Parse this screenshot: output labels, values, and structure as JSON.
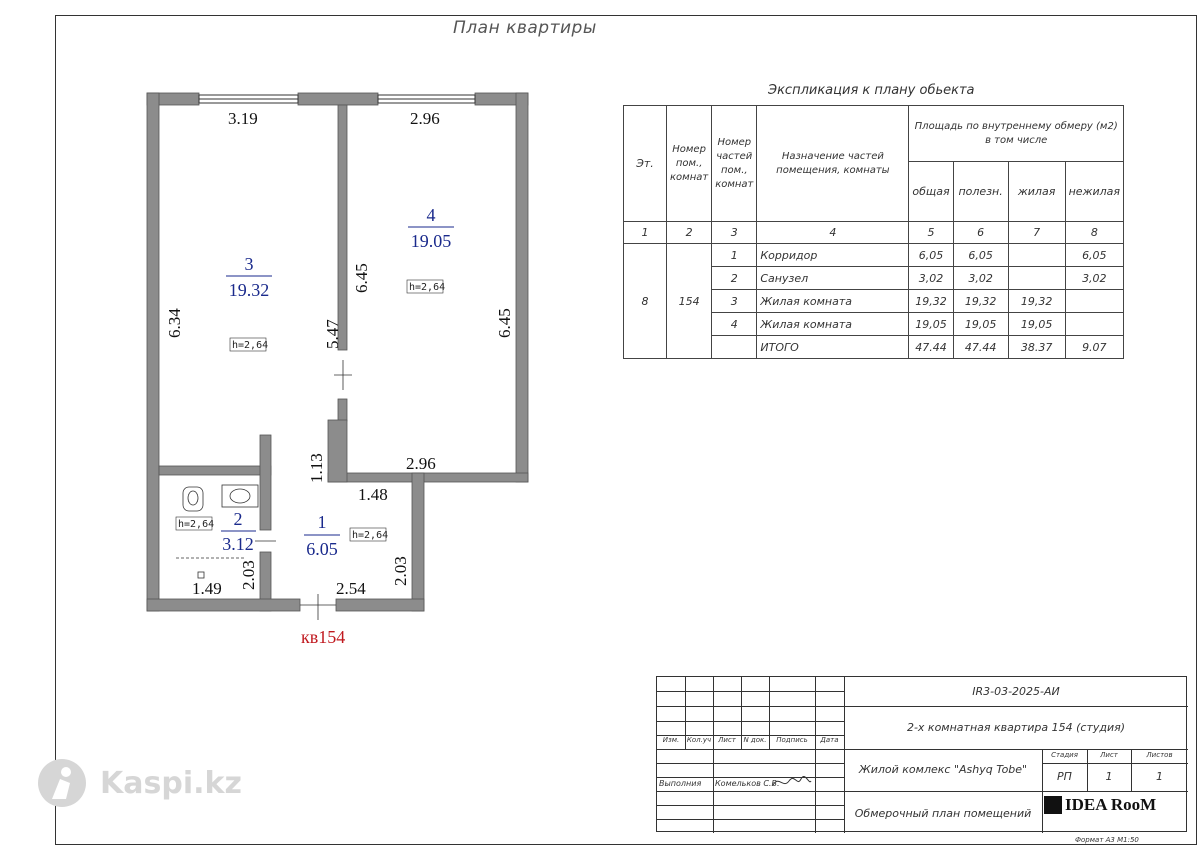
{
  "plan_title": "План квартиры",
  "apartment_label": "кв154",
  "rooms": [
    {
      "number": "3",
      "area": "19.32",
      "height": "h=2,64"
    },
    {
      "number": "4",
      "area": "19.05",
      "height": "h=2,64"
    },
    {
      "number": "2",
      "area": "3.12",
      "height": "h=2,64"
    },
    {
      "number": "1",
      "area": "6.05",
      "height": "h=2,64"
    }
  ],
  "dimensions": {
    "r3_top": "3.19",
    "r3_left": "6.34",
    "r3_right": "5.47",
    "r4_top": "2.96",
    "r4_bottom": "2.96",
    "r4_left": "6.45",
    "r4_right": "6.45",
    "corr_top": "1.48",
    "corr_left": "1.13",
    "corr_right": "2.03",
    "corr_bottom": "2.54",
    "bath_bottom": "1.49",
    "bath_right": "2.03"
  },
  "explication": {
    "title": "Экспликация к плану обьекта",
    "headers": {
      "floor": "Эт.",
      "room_no": "Номер пом., комнат",
      "part_no": "Номер частей пом., комнат",
      "purpose": "Назначение частей помещения, комнаты",
      "area_group": "Площадь по внутреннему обмеру (м2) в том числе",
      "total": "общая",
      "useful": "полезн.",
      "living": "жилая",
      "nonliving": "нежилая"
    },
    "col_numbers": [
      "1",
      "2",
      "3",
      "4",
      "5",
      "6",
      "7",
      "8"
    ],
    "floor": "8",
    "room": "154",
    "rows": [
      {
        "n": "1",
        "name": "Корридор",
        "total": "6,05",
        "useful": "6,05",
        "living": "",
        "nonliving": "6,05"
      },
      {
        "n": "2",
        "name": "Санузел",
        "total": "3,02",
        "useful": "3,02",
        "living": "",
        "nonliving": "3,02"
      },
      {
        "n": "3",
        "name": "Жилая комната",
        "total": "19,32",
        "useful": "19,32",
        "living": "19,32",
        "nonliving": ""
      },
      {
        "n": "4",
        "name": "Жилая комната",
        "total": "19,05",
        "useful": "19,05",
        "living": "19,05",
        "nonliving": ""
      }
    ],
    "total_row": {
      "name": "ИТОГО",
      "total": "47.44",
      "useful": "47.44",
      "living": "38.37",
      "nonliving": "9.07"
    }
  },
  "stamp": {
    "code": "IR3-03-2025-АИ",
    "description": "2-х комнатная квартира 154 (студия)",
    "headers": [
      "Изм.",
      "Кол.уч",
      "Лист",
      "N док.",
      "Подпись",
      "Дата"
    ],
    "performed_label": "Выполния",
    "performer": "Комельков С.В.",
    "complex": "Жилой комлекс \"Ashyq Tobe\"",
    "stage_header": "Стадия",
    "sheet_header": "Лист",
    "sheets_header": "Листов",
    "stage": "РП",
    "sheet": "1",
    "sheets": "1",
    "drawing_name": "Обмерочный план помещений",
    "company": "IDEA RooM"
  },
  "format_note": "Формат А3 М1:50",
  "watermark": "Kaspi.kz",
  "colors": {
    "room_number": "#1a2a8c",
    "apartment_label": "#c0181e",
    "wall": "#8c8c8c"
  }
}
